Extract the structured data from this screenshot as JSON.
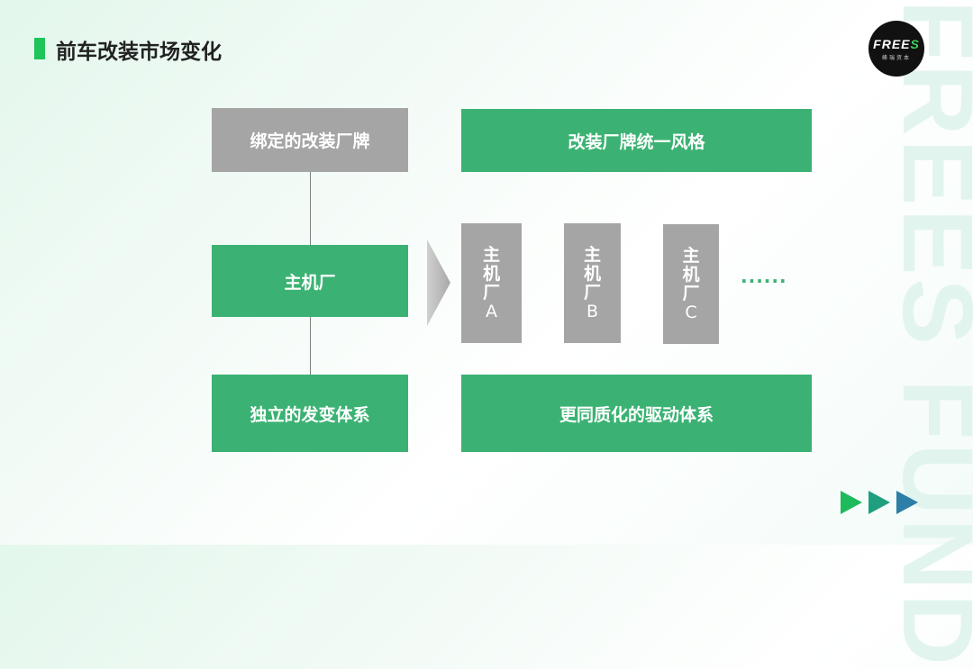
{
  "watermark": "FREES FUND",
  "title": "前车改装市场变化",
  "logo": {
    "name": "FREES",
    "subtitle": "峰瑞资本"
  },
  "left": {
    "top": "绑定的改装厂牌",
    "middle": "主机厂",
    "bottom": "独立的发变体系"
  },
  "right": {
    "top": "改装厂牌统一风格",
    "bottom": "更同质化的驱动体系",
    "cards": [
      {
        "t1": "主",
        "t2": "机",
        "t3": "厂",
        "l": "A"
      },
      {
        "t1": "主",
        "t2": "机",
        "t3": "厂",
        "l": "B"
      },
      {
        "t1": "主",
        "t2": "机",
        "t3": "厂",
        "l": "C"
      }
    ],
    "ellipsis": "······"
  },
  "colors": {
    "green": "#3bb273",
    "gray": "#a5a5a5"
  }
}
